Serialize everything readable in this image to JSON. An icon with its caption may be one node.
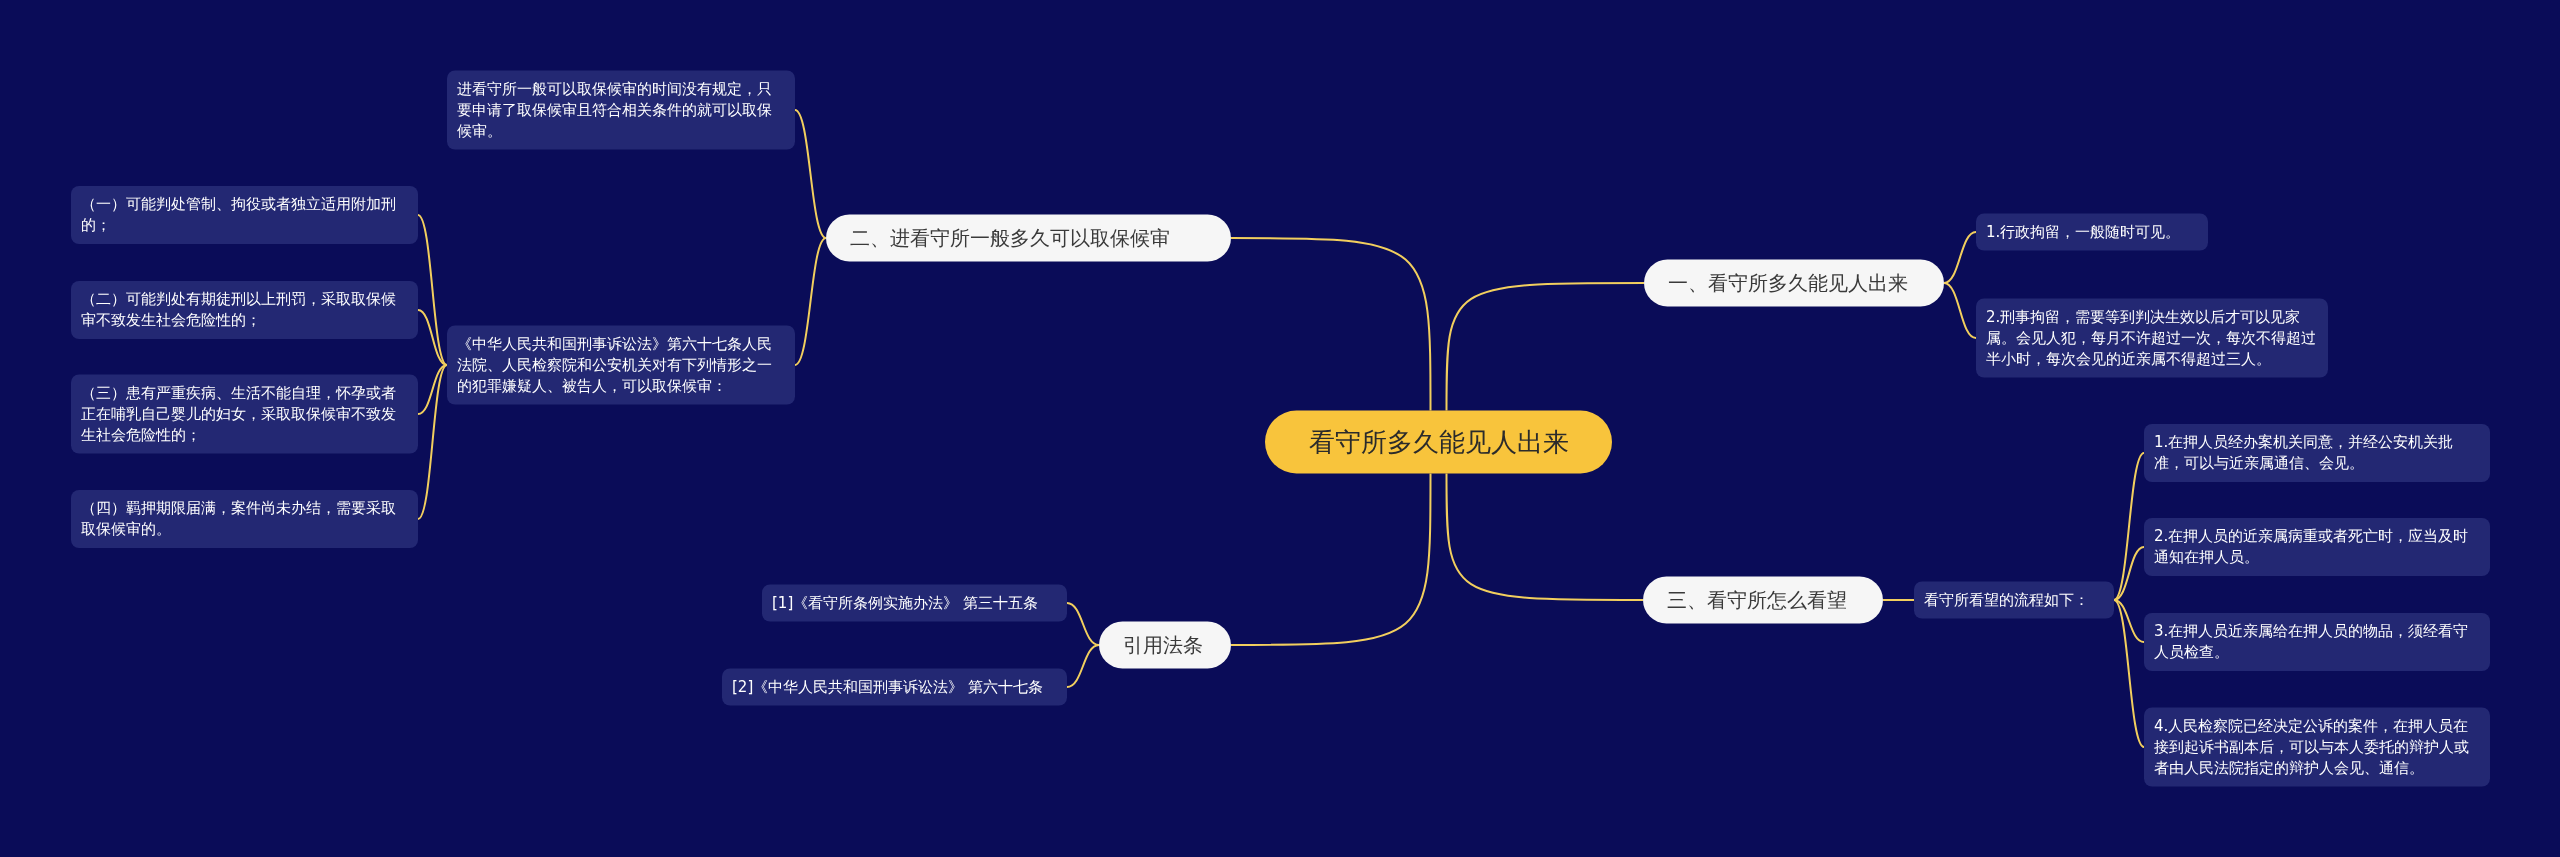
{
  "diagram": {
    "nodes": [
      {
        "text": [
          "看守所多久能见人出来"
        ]
      },
      {
        "text": [
          "一、看守所多久能见人出来"
        ]
      },
      {
        "text": [
          "1.行政拘留，一般随时可见。"
        ]
      },
      {
        "text": [
          "2.刑事拘留，需要等到判决生效以后才可以见家属。会见人犯，每月不许超过一次，每次不得超过半小时，每次会见的近亲属不得超过三人。"
        ]
      },
      {
        "text": [
          "二、进看守所一般多久可以取保候审"
        ]
      },
      {
        "text": [
          "进看守所一般可以取保候审的时间没有规定，只要申请了取保候审且符合相关条件的就可以取保候审。"
        ]
      },
      {
        "text": [
          "《中华人民共和国刑事诉讼法》第六十七条人民法院、人民检察院和公安机关对有下列情形之一的犯罪嫌疑人、被告人，可以取保候审："
        ]
      },
      {
        "text": [
          "（一）可能判处管制、拘役或者独立适用附加刑的；"
        ]
      },
      {
        "text": [
          "（二）可能判处有期徒刑以上刑罚，采取取保候审不致发生社会危险性的；"
        ]
      },
      {
        "text": [
          "（三）患有严重疾病、生活不能自理，怀孕或者正在哺乳自己婴儿的妇女，采取取保候审不致发生社会危险性的；"
        ]
      },
      {
        "text": [
          "（四）羁押期限届满，案件尚未办结，需要采取取保候审的。"
        ]
      },
      {
        "text": [
          "三、看守所怎么看望"
        ]
      },
      {
        "text": [
          "看守所看望的流程如下："
        ]
      },
      {
        "text": [
          "1.在押人员经办案机关同意，并经公安机关批准，可以与近亲属通信、会见。"
        ]
      },
      {
        "text": [
          "2.在押人员的近亲属病重或者死亡时，应当及时通知在押人员。"
        ]
      },
      {
        "text": [
          "3.在押人员近亲属给在押人员的物品，须经看守人员检查。"
        ]
      },
      {
        "text": [
          "4.人民检察院已经决定公诉的案件，在押人员在接到起诉书副本后，可以与本人委托的辩护人或者由人民法院指定的辩护人会见、通信。"
        ]
      },
      {
        "text": [
          "引用法条"
        ]
      },
      {
        "text": [
          "[1]《看守所条例实施办法》 第三十五条"
        ]
      },
      {
        "text": [
          "[2]《中华人民共和国刑事诉讼法》 第六十七条"
        ]
      }
    ],
    "edges": [
      {
        "from": 0,
        "to": 1,
        "arrow": "none"
      },
      {
        "from": 1,
        "to": 2,
        "arrow": "none"
      },
      {
        "from": 1,
        "to": 3,
        "arrow": "none"
      },
      {
        "from": 0,
        "to": 4,
        "arrow": "none"
      },
      {
        "from": 4,
        "to": 5,
        "arrow": "none"
      },
      {
        "from": 4,
        "to": 6,
        "arrow": "none"
      },
      {
        "from": 6,
        "to": 7,
        "arrow": "none"
      },
      {
        "from": 6,
        "to": 8,
        "arrow": "none"
      },
      {
        "from": 6,
        "to": 9,
        "arrow": "none"
      },
      {
        "from": 6,
        "to": 10,
        "arrow": "none"
      },
      {
        "from": 0,
        "to": 11,
        "arrow": "none"
      },
      {
        "from": 11,
        "to": 12,
        "arrow": "none"
      },
      {
        "from": 12,
        "to": 13,
        "arrow": "none"
      },
      {
        "from": 12,
        "to": 14,
        "arrow": "none"
      },
      {
        "from": 12,
        "to": 15,
        "arrow": "none"
      },
      {
        "from": 12,
        "to": 16,
        "arrow": "none"
      },
      {
        "from": 0,
        "to": 17,
        "arrow": "none"
      },
      {
        "from": 17,
        "to": 18,
        "arrow": "none"
      },
      {
        "from": 17,
        "to": 19,
        "arrow": "none"
      }
    ]
  }
}
